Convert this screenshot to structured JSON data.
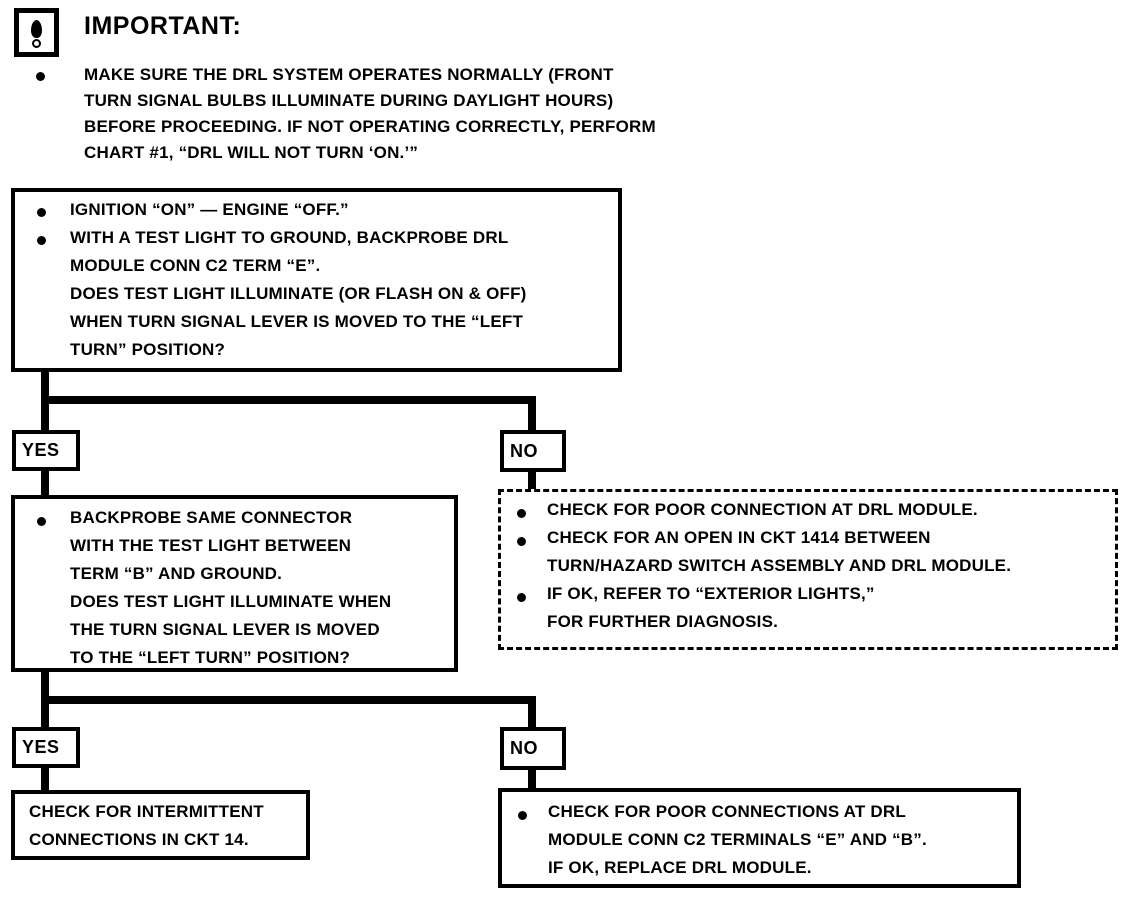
{
  "header": {
    "icon_name": "important-warning-icon",
    "title": "IMPORTANT:",
    "note_lines": [
      "MAKE SURE THE DRL SYSTEM OPERATES NORMALLY (FRONT",
      "TURN SIGNAL BULBS ILLUMINATE DURING DAYLIGHT HOURS)",
      "BEFORE PROCEEDING.  IF NOT OPERATING CORRECTLY, PERFORM",
      "CHART #1, “DRL WILL NOT TURN ‘ON.’”"
    ]
  },
  "question_1": {
    "bullet_1_lines": [
      "IGNITION “ON”  —  ENGINE “OFF.”"
    ],
    "bullet_2_lines": [
      "WITH A TEST LIGHT TO GROUND, BACKPROBE DRL",
      "MODULE CONN C2 TERM “E”.",
      "DOES TEST LIGHT ILLUMINATE (OR FLASH ON & OFF)",
      "WHEN TURN SIGNAL LEVER IS MOVED TO THE “LEFT",
      "TURN” POSITION?"
    ]
  },
  "branch_1": {
    "yes_label": "YES",
    "no_label": "NO"
  },
  "question_2": {
    "bullet_1_lines": [
      "BACKPROBE SAME CONNECTOR",
      "WITH THE TEST LIGHT BETWEEN",
      "TERM “B” AND GROUND.",
      "DOES TEST LIGHT ILLUMINATE WHEN",
      "THE TURN SIGNAL LEVER IS MOVED",
      "TO THE “LEFT TURN” POSITION?"
    ]
  },
  "action_no_1": {
    "style": "dashed",
    "bullet_1_lines": [
      "CHECK FOR POOR CONNECTION AT DRL MODULE."
    ],
    "bullet_2_lines": [
      "CHECK FOR AN OPEN IN CKT 1414 BETWEEN",
      "TURN/HAZARD SWITCH ASSEMBLY AND DRL MODULE."
    ],
    "bullet_3_lines": [
      "IF OK, REFER TO “EXTERIOR LIGHTS,”",
      "FOR FURTHER DIAGNOSIS."
    ]
  },
  "branch_2": {
    "yes_label": "YES",
    "no_label": "NO"
  },
  "action_yes_2": {
    "lines": [
      "CHECK FOR INTERMITTENT",
      "CONNECTIONS IN CKT 14."
    ]
  },
  "action_no_2": {
    "bullet_1_lines": [
      "CHECK FOR POOR CONNECTIONS AT DRL",
      "MODULE CONN C2 TERMINALS “E” AND “B”.",
      "IF OK, REPLACE DRL MODULE."
    ]
  },
  "colors": {
    "ink": "#000000",
    "paper": "#ffffff"
  }
}
